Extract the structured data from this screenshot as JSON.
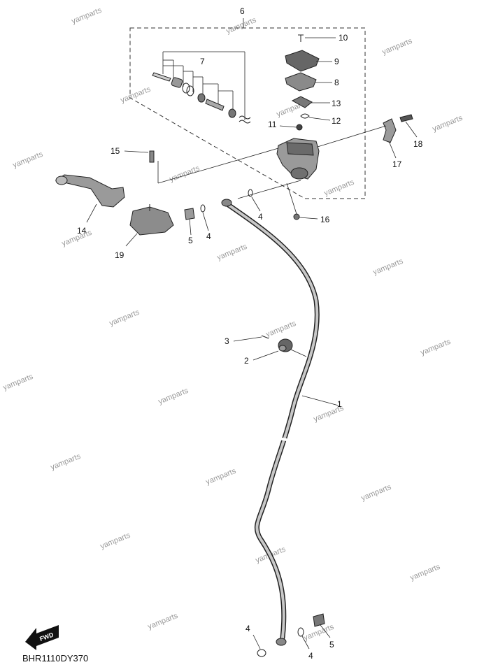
{
  "diagram_code": "BHR1110DY370",
  "fwd_label": "FWD",
  "watermark_text": "yamparts",
  "callouts": {
    "p1": "1",
    "p2": "2",
    "p3": "3",
    "p4a": "4",
    "p4b": "4",
    "p4c": "4",
    "p4d": "4",
    "p5a": "5",
    "p5b": "5",
    "p6": "6",
    "p7": "7",
    "p8": "8",
    "p9": "9",
    "p10": "10",
    "p11": "11",
    "p12": "12",
    "p13": "13",
    "p14": "14",
    "p15": "15",
    "p16": "16",
    "p17": "17",
    "p18": "18",
    "p19": "19"
  },
  "colors": {
    "line": "#222222",
    "part_fill": "#b5b5b5",
    "part_dark": "#555555",
    "watermark": "#9a9a9a"
  }
}
